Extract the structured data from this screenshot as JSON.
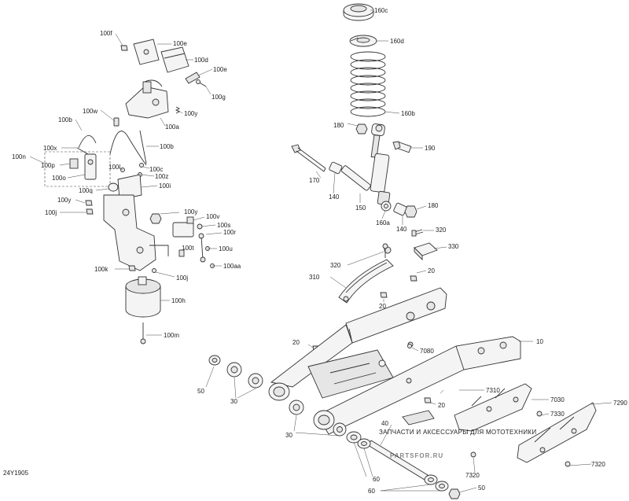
{
  "diagram_code": "24Y1905",
  "watermark": {
    "caption": "ЗАПЧАСТИ И АКСЕССУАРЫ ДЛЯ МОТОТЕХНИКИ",
    "logo_text": "PARTSFOR.RU"
  },
  "callouts": [
    "100f",
    "100e",
    "100d",
    "100e",
    "100g",
    "100y",
    "100a",
    "100w",
    "100b",
    "100b",
    "100x",
    "100n",
    "100p",
    "100o",
    "100l",
    "100c",
    "100z",
    "100q",
    "100i",
    "100y",
    "100j",
    "100y",
    "100v",
    "100s",
    "100r",
    "100t",
    "100u",
    "100aa",
    "100k",
    "100j",
    "100h",
    "100m",
    "160c",
    "160d",
    "160b",
    "180",
    "190",
    "170",
    "140",
    "150",
    "160a",
    "140",
    "180",
    "320",
    "320",
    "330",
    "310",
    "20",
    "20",
    "20",
    "7080",
    "10",
    "50",
    "30",
    "30",
    "7310",
    "7030",
    "20",
    "7330",
    "7290",
    "40",
    "60",
    "60",
    "50",
    "7320",
    "7320"
  ]
}
